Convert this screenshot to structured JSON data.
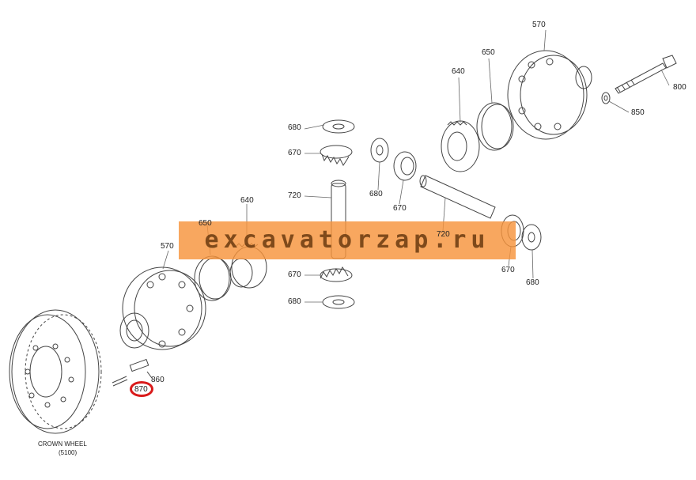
{
  "watermark": {
    "text": "excavatorzap.ru",
    "color": "#f7943c"
  },
  "highlight": {
    "color": "#d91a1a",
    "target": "870"
  },
  "labels": {
    "l570_top": "570",
    "l650_top": "650",
    "l640_top": "640",
    "l800": "800",
    "l850": "850",
    "l680_a": "680",
    "l670_a": "670",
    "l680_b": "680",
    "l720_a": "720",
    "l670_b": "670",
    "l640_mid": "640",
    "l650_mid": "650",
    "l570_mid": "570",
    "l720_b": "720",
    "l670_c": "670",
    "l680_c": "680",
    "l670_d": "670",
    "l680_d": "680",
    "l860": "860",
    "l870": "870"
  },
  "caption": {
    "line1": "CROWN WHEEL",
    "line2": "(5100)"
  }
}
